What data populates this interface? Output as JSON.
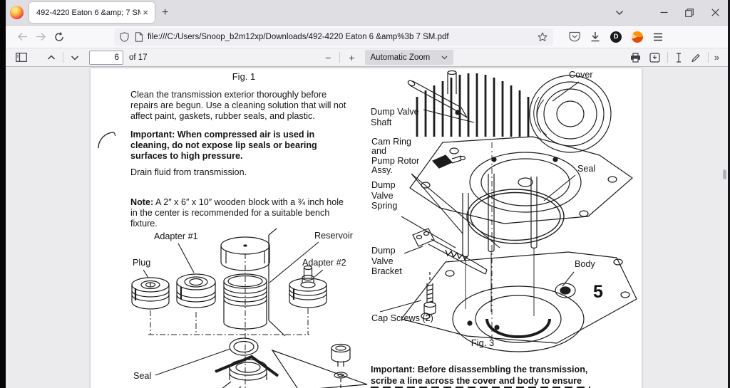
{
  "browser": {
    "tab_title": "492-4220 Eaton 6 &amp; 7 SM.pdf",
    "tab_close_glyph": "×",
    "new_tab_glyph": "+",
    "url": "file:///C:/Users/Snoop_b2m12xp/Downloads/492-4220 Eaton 6 &amp%3b 7 SM.pdf",
    "ext_badge": "D"
  },
  "pdf_toolbar": {
    "page_value": "6",
    "page_count_label": "of 17",
    "zoom_out_glyph": "−",
    "zoom_in_glyph": "+",
    "zoom_select_label": "Automatic Zoom",
    "more_tools_glyph": "»"
  },
  "document": {
    "fig1_caption": "Fig. 1",
    "para1": [
      "Clean the transmission exterior thoroughly before",
      "repairs are begun. Use a cleaning solution that will not",
      "affect paint, gaskets, rubber seals, and plastic."
    ],
    "important1": [
      "Important: When compressed air is used in",
      "cleaning, do not expose lip seals or bearing",
      "surfaces to high pressure."
    ],
    "drain_line": "Drain fluid from transmission.",
    "note_prefix": "Note:",
    "note_line1_rest": " A 2″ x 6″ x 10″ wooden block with a ¾ inch hole",
    "note_rest": [
      "in the center is recommended for a suitable bench",
      "fixture."
    ],
    "fig2_labels": {
      "adapter1": "Adapter #1",
      "reservoir": "Reservoir",
      "plug": "Plug",
      "adapter2": "Adapter #2",
      "seal": "Seal"
    },
    "fig3_labels": {
      "cover": "Cover",
      "dump_valve_shaft": [
        "Dump Valve",
        "Shaft"
      ],
      "cam_ring": [
        "Cam Ring",
        "and",
        "Pump Rotor",
        "Assy."
      ],
      "seal": "Seal",
      "dump_valve_spring": [
        "Dump",
        "Valve",
        "Spring"
      ],
      "dump_valve_bracket": [
        "Dump",
        "Valve",
        "Bracket"
      ],
      "body": "Body",
      "cap_screws": "Cap Screws (2)"
    },
    "page_number": "5",
    "fig3_caption": "Fig. 3",
    "important2": [
      "Important: Before disassembling the transmission,",
      "scribe a line across the cover and body to ensure"
    ]
  }
}
